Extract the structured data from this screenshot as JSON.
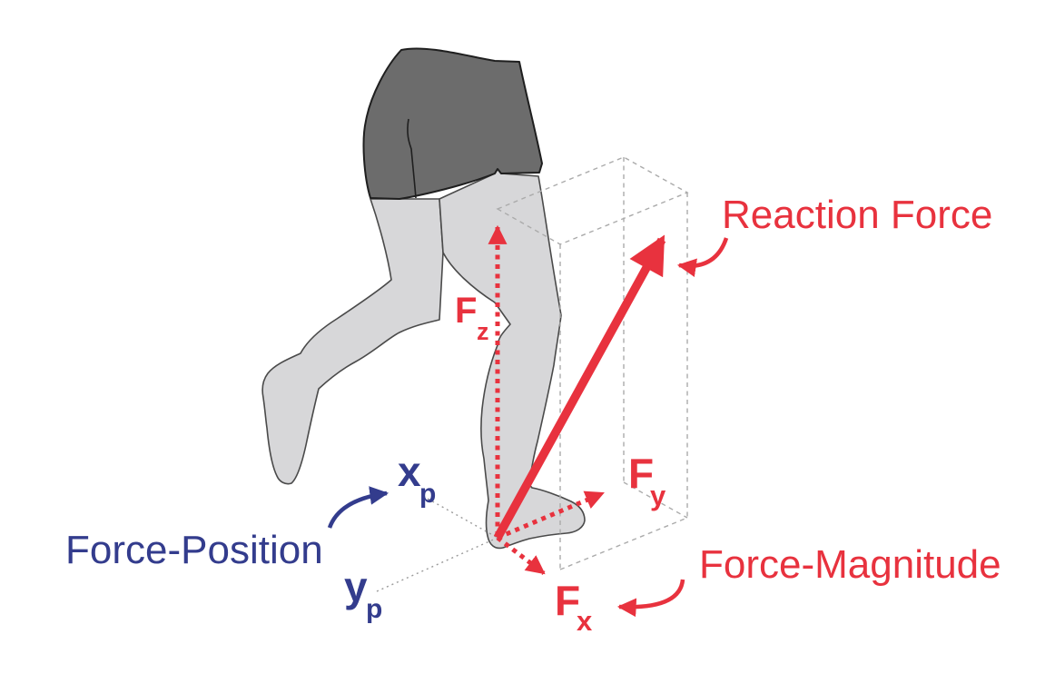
{
  "figure": {
    "type": "diagram",
    "subject": "Ground reaction force acting on a runner's stance leg above a force-plate measurement volume"
  },
  "labels": {
    "reaction_force": "Reaction Force",
    "force_position": "Force-Position",
    "force_magnitude": "Force-Magnitude",
    "f_z": {
      "main": "F",
      "sub": "z"
    },
    "f_y": {
      "main": "F",
      "sub": "y"
    },
    "f_x": {
      "main": "F",
      "sub": "x"
    },
    "x_p": {
      "main": "x",
      "sub": "p"
    },
    "y_p": {
      "main": "y",
      "sub": "p"
    }
  },
  "colors": {
    "force_red": "#E8323E",
    "position_navy": "#333C8D",
    "shorts_gray": "#6C6C6C",
    "leg_gray": "#D7D7D9",
    "leg_outline": "#4A4A4A",
    "box_dash_gray": "#ABABAB",
    "axis_dot_gray": "#9A9A9A",
    "background": "#FFFFFF"
  },
  "icons": {
    "reaction_force_arrow": "thick solid red vector from foot contact point to upper-right corner of dashed box",
    "fz_component_arrow": "red dotted vertical component arrow",
    "fy_component_arrow": "red dotted component arrow pointing up-right",
    "fx_component_arrow": "red dotted component arrow pointing down-right",
    "reaction_force_pointer_arrow": "red curved callout arrow from Reaction Force label",
    "force_magnitude_pointer_arrow": "red curved callout arrow from Force-Magnitude label",
    "force_position_pointer_arrow": "navy curved callout arrow toward x_p axis"
  }
}
